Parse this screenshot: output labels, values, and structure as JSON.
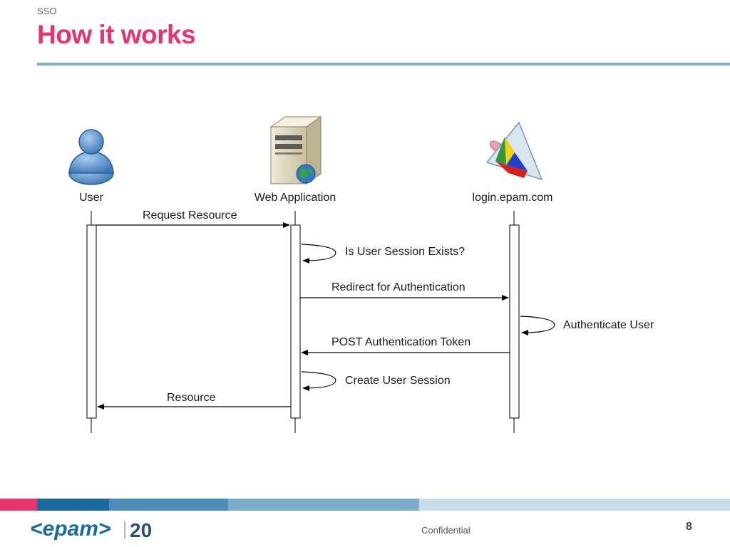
{
  "header": {
    "section": "SSO",
    "title": "How it works"
  },
  "diagram": {
    "actors": [
      {
        "label": "User",
        "icon": "user-icon"
      },
      {
        "label": "Web Application",
        "icon": "server-icon"
      },
      {
        "label": "login.epam.com",
        "icon": "identity-provider-icon"
      }
    ],
    "messages": [
      {
        "label": "Request Resource",
        "from": "User",
        "to": "Web Application"
      },
      {
        "label": "Is User Session Exists?",
        "from": "Web Application",
        "to": "Web Application"
      },
      {
        "label": "Redirect for Authentication",
        "from": "Web Application",
        "to": "login.epam.com"
      },
      {
        "label": "Authenticate User",
        "from": "login.epam.com",
        "to": "login.epam.com"
      },
      {
        "label": "POST Authentication Token",
        "from": "login.epam.com",
        "to": "Web Application"
      },
      {
        "label": "Create User Session",
        "from": "Web Application",
        "to": "Web Application"
      },
      {
        "label": "Resource",
        "from": "Web Application",
        "to": "User"
      }
    ]
  },
  "footer": {
    "logo_text": "<epam>",
    "logo_number": "20",
    "confidential": "Confidential",
    "page_number": "8"
  },
  "colors": {
    "title": "#e8336d",
    "rule": "#7fb0c9"
  }
}
